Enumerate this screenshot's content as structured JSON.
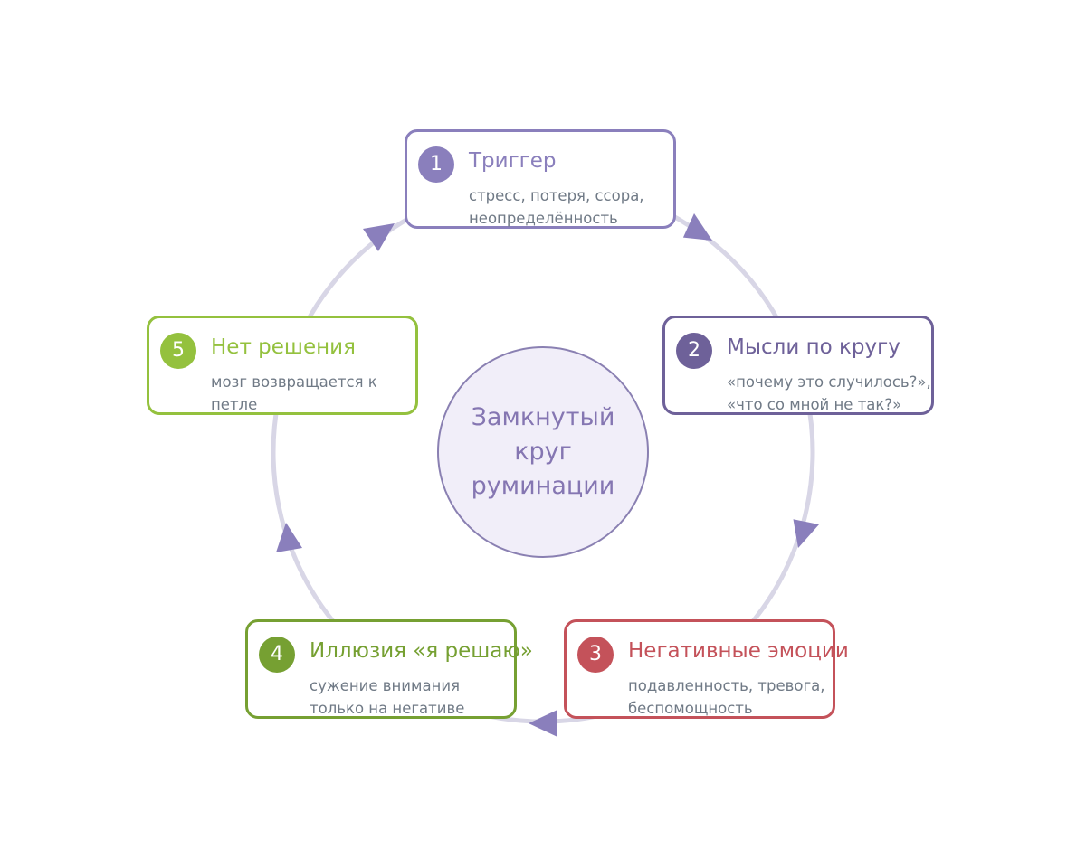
{
  "diagram": {
    "center": {
      "label": "Замкнутый круг руминации"
    },
    "steps": [
      {
        "number": "1",
        "title": "Триггер",
        "description": "стресс, потеря, ссора, неопределённость",
        "color": "#8a7fbc"
      },
      {
        "number": "2",
        "title": "Мысли по кругу",
        "description": "«почему это случилось?», «что со мной не так?»",
        "color": "#6e6199"
      },
      {
        "number": "3",
        "title": "Негативные эмоции",
        "description": "подавленность, тревога, беспомощность",
        "color": "#c4525a"
      },
      {
        "number": "4",
        "title": "Иллюзия «я решаю»",
        "description": "сужение внимания только на негативе",
        "color": "#76a032"
      },
      {
        "number": "5",
        "title": "Нет решения",
        "description": "мозг возвращается к петле",
        "color": "#94c13e"
      }
    ],
    "colors": {
      "ring": "#d8d6e6",
      "arrow": "#8a7fbc",
      "center_fill": "#f1eef9",
      "center_border": "#8a80b2"
    }
  }
}
